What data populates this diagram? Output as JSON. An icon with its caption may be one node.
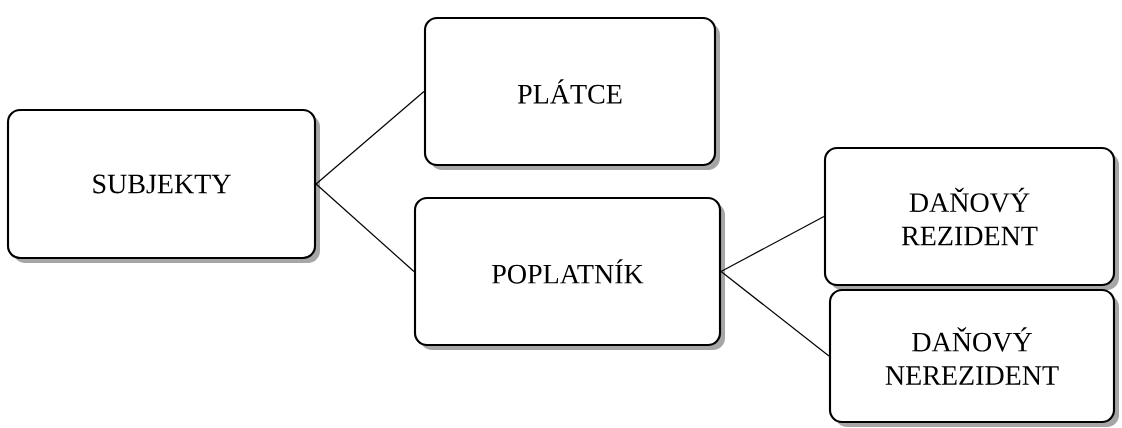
{
  "diagram": {
    "nodes": [
      {
        "text": [
          "SUBJEKTY"
        ]
      },
      {
        "text": [
          "PLÁTCE"
        ]
      },
      {
        "text": [
          "POPLATNÍK"
        ]
      },
      {
        "text": [
          "DAŇOVÝ REZIDENT"
        ]
      },
      {
        "text": [
          "DAŇOVÝ NEREZIDENT"
        ]
      }
    ],
    "edges": [
      {
        "from": 0,
        "to": 1,
        "arrow": "none"
      },
      {
        "from": 0,
        "to": 2,
        "arrow": "none"
      },
      {
        "from": 2,
        "to": 3,
        "arrow": "none"
      },
      {
        "from": 2,
        "to": 4,
        "arrow": "none"
      }
    ]
  }
}
